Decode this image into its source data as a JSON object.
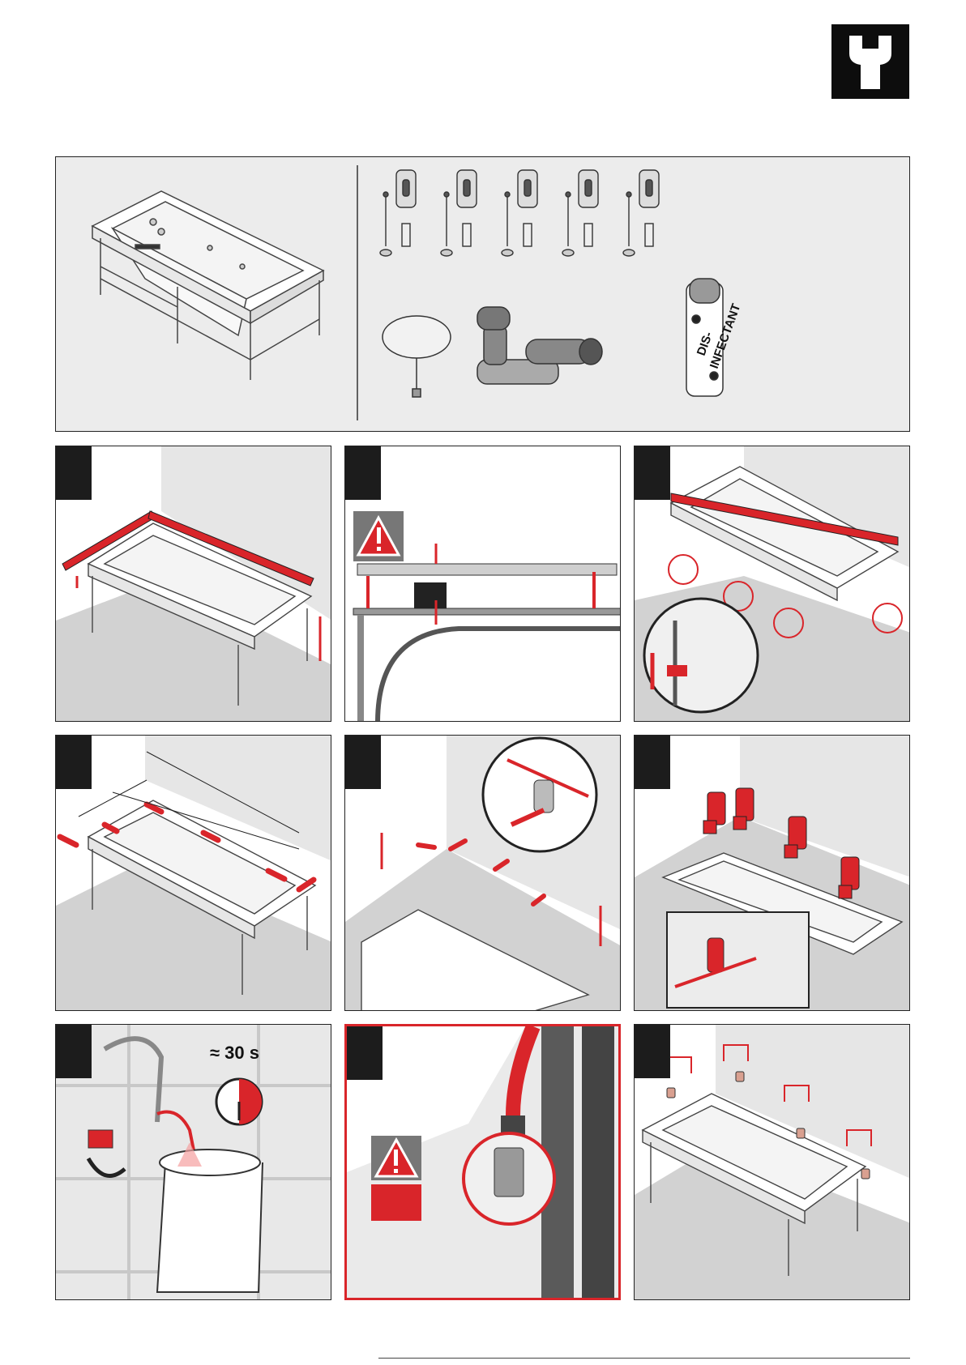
{
  "colors": {
    "accent": "#d9252a",
    "dark": "#1c1c1c",
    "wall": "#e6e6e6",
    "floor": "#d2d2d2",
    "parts_bg": "#ececec"
  },
  "icons": {
    "header": "wrench-icon",
    "warning": "warning-triangle-icon"
  },
  "parts": {
    "bottle_label_line1": "DIS-",
    "bottle_label_line2": "INFECTANT"
  },
  "steps": {
    "flush_time": "≈ 30 s"
  }
}
